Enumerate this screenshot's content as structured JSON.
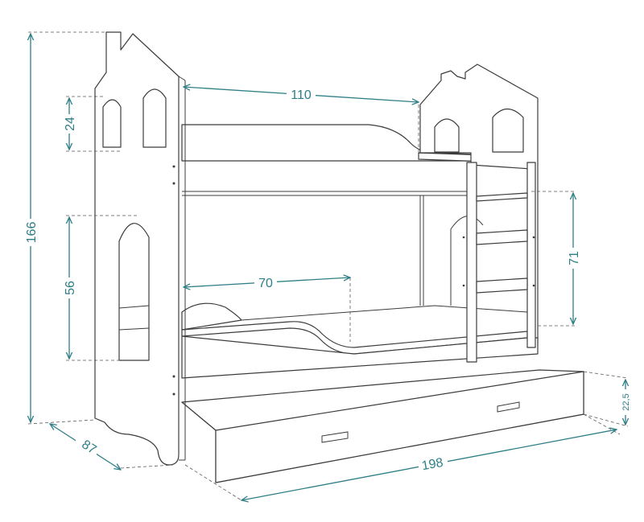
{
  "colors": {
    "dimension": "#2e7e86",
    "outline": "#3c3c3c",
    "background": "#ffffff"
  },
  "dimensions": {
    "height_total": "166",
    "window_upper": "24",
    "window_lower": "56",
    "top_bed_width": "110",
    "bottom_opening": "70",
    "ladder_height": "71",
    "depth": "87",
    "length": "198",
    "drawer_height": "22,5"
  }
}
